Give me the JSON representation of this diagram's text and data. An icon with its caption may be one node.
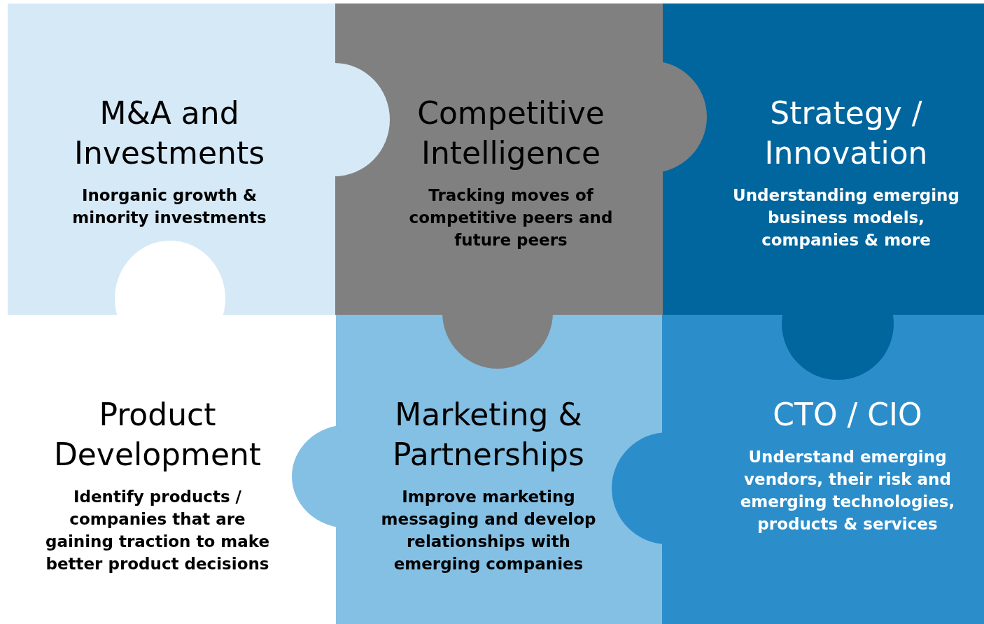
{
  "diagram": {
    "nodes": [
      {
        "text": [
          "M&A and Investments",
          "Inorganic growth & minority investments"
        ]
      },
      {
        "text": [
          "Competitive Intelligence",
          "Tracking moves of competitive peers and future peers"
        ]
      },
      {
        "text": [
          "Strategy / Innovation",
          "Understanding emerging business models, companies & more"
        ]
      },
      {
        "text": [
          "Product Development",
          "Identify products / companies that are gaining traction to make better product decisions"
        ]
      },
      {
        "text": [
          "Marketing & Partnerships",
          "Improve marketing messaging and develop relationships with emerging companies"
        ]
      },
      {
        "text": [
          "CTO / CIO",
          "Understand emerging vendors, their risk and emerging technologies, products & services"
        ]
      }
    ]
  }
}
